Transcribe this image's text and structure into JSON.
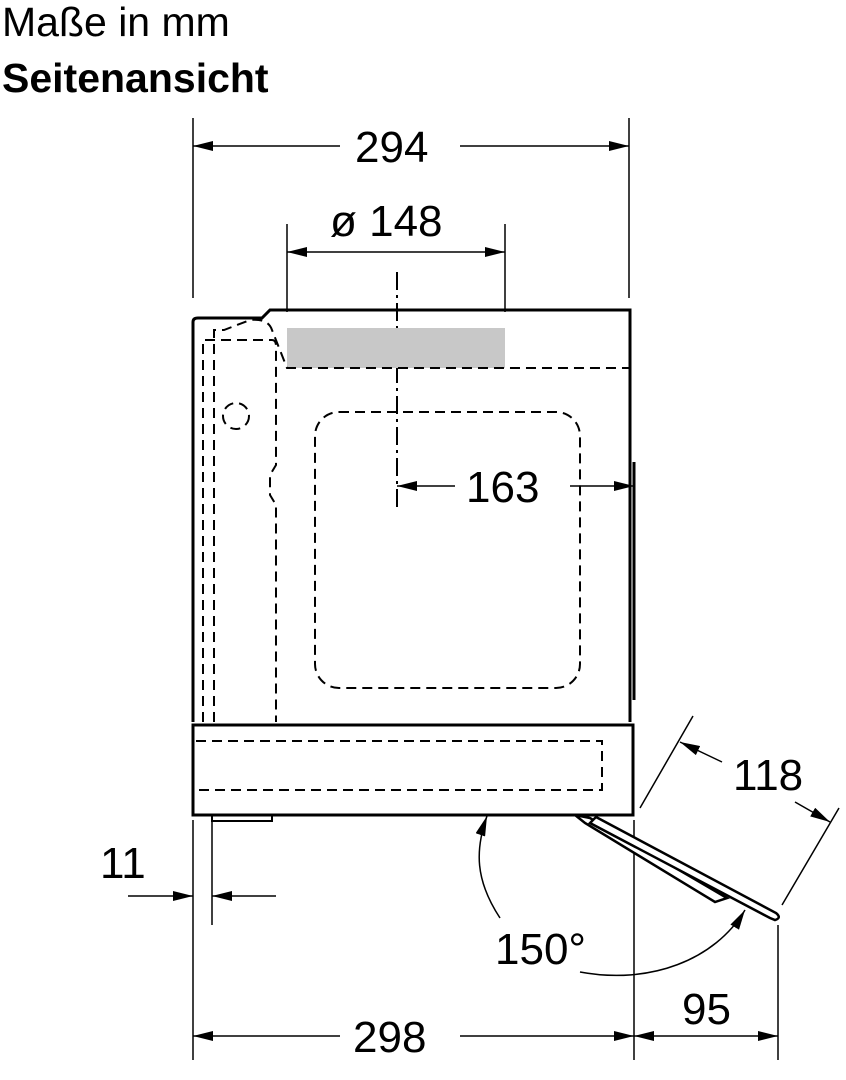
{
  "header": {
    "units": "Maße in mm",
    "view": "Seitenansicht"
  },
  "dimensions": {
    "width_top": "294",
    "diameter": "ø 148",
    "center_offset": "163",
    "door_depth": "118",
    "foot_inset": "11",
    "door_angle": "150°",
    "width_bottom": "298",
    "door_projection": "95"
  },
  "colors": {
    "line": "#000000",
    "duct_fill": "#c8c8c8"
  }
}
